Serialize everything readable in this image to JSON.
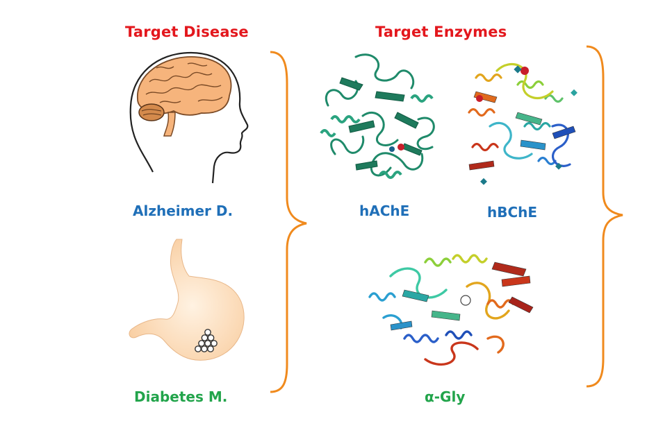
{
  "headings": {
    "disease": "Target Disease",
    "enzymes": "Target Enzymes"
  },
  "diseases": [
    {
      "label": "Alzheimer D.",
      "icon": "brain-head-icon"
    },
    {
      "label": "Diabetes M.",
      "icon": "stomach-icon"
    }
  ],
  "enzymes": [
    {
      "label": "hAChE",
      "icon": "protein-structure-green-icon"
    },
    {
      "label": "hBChE",
      "icon": "protein-structure-rainbow-icon"
    },
    {
      "label": "α-Gly",
      "icon": "protein-structure-rainbow-icon"
    }
  ],
  "colors": {
    "heading": "#e3171d",
    "alzheimer_label": "#1f6fb8",
    "diabetes_label": "#22a44b",
    "enzyme_label": "#1f6fb8",
    "brace": "#f08a1d",
    "brain": "#f6b47c",
    "stomach": "#fde2c6"
  }
}
